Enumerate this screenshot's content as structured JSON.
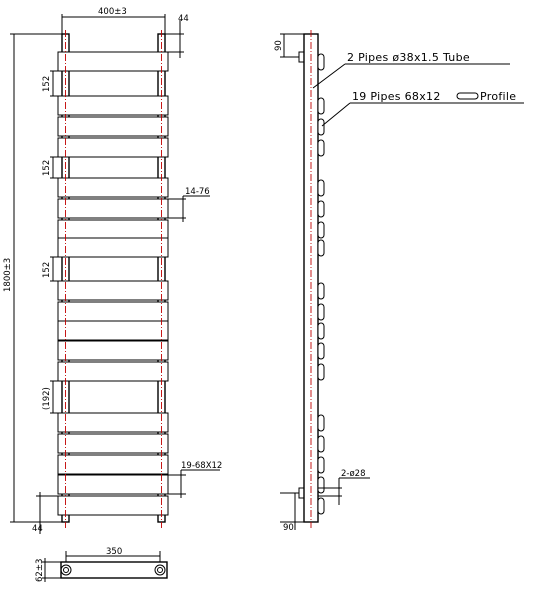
{
  "dimensions": {
    "width_top": "400±3",
    "offset_top": "44",
    "spacing_1": "152",
    "spacing_2": "152",
    "spacing_3": "152",
    "spacing_4": "(192)",
    "height_total": "1800±3",
    "bar_gap": "14-76",
    "profile_count": "19-68X12",
    "offset_bottom": "44",
    "side_top": "90",
    "side_bottom": "90",
    "pipe_conn": "2-ø28",
    "plan_width": "350",
    "plan_depth": "62±3"
  },
  "callouts": {
    "tube_note": "2 Pipes ø38x1.5 Tube",
    "profile_note_a": "19 Pipes 68x12",
    "profile_note_b": "Profile"
  },
  "colors": {
    "line": "#000000",
    "centerline": "#c00000"
  }
}
